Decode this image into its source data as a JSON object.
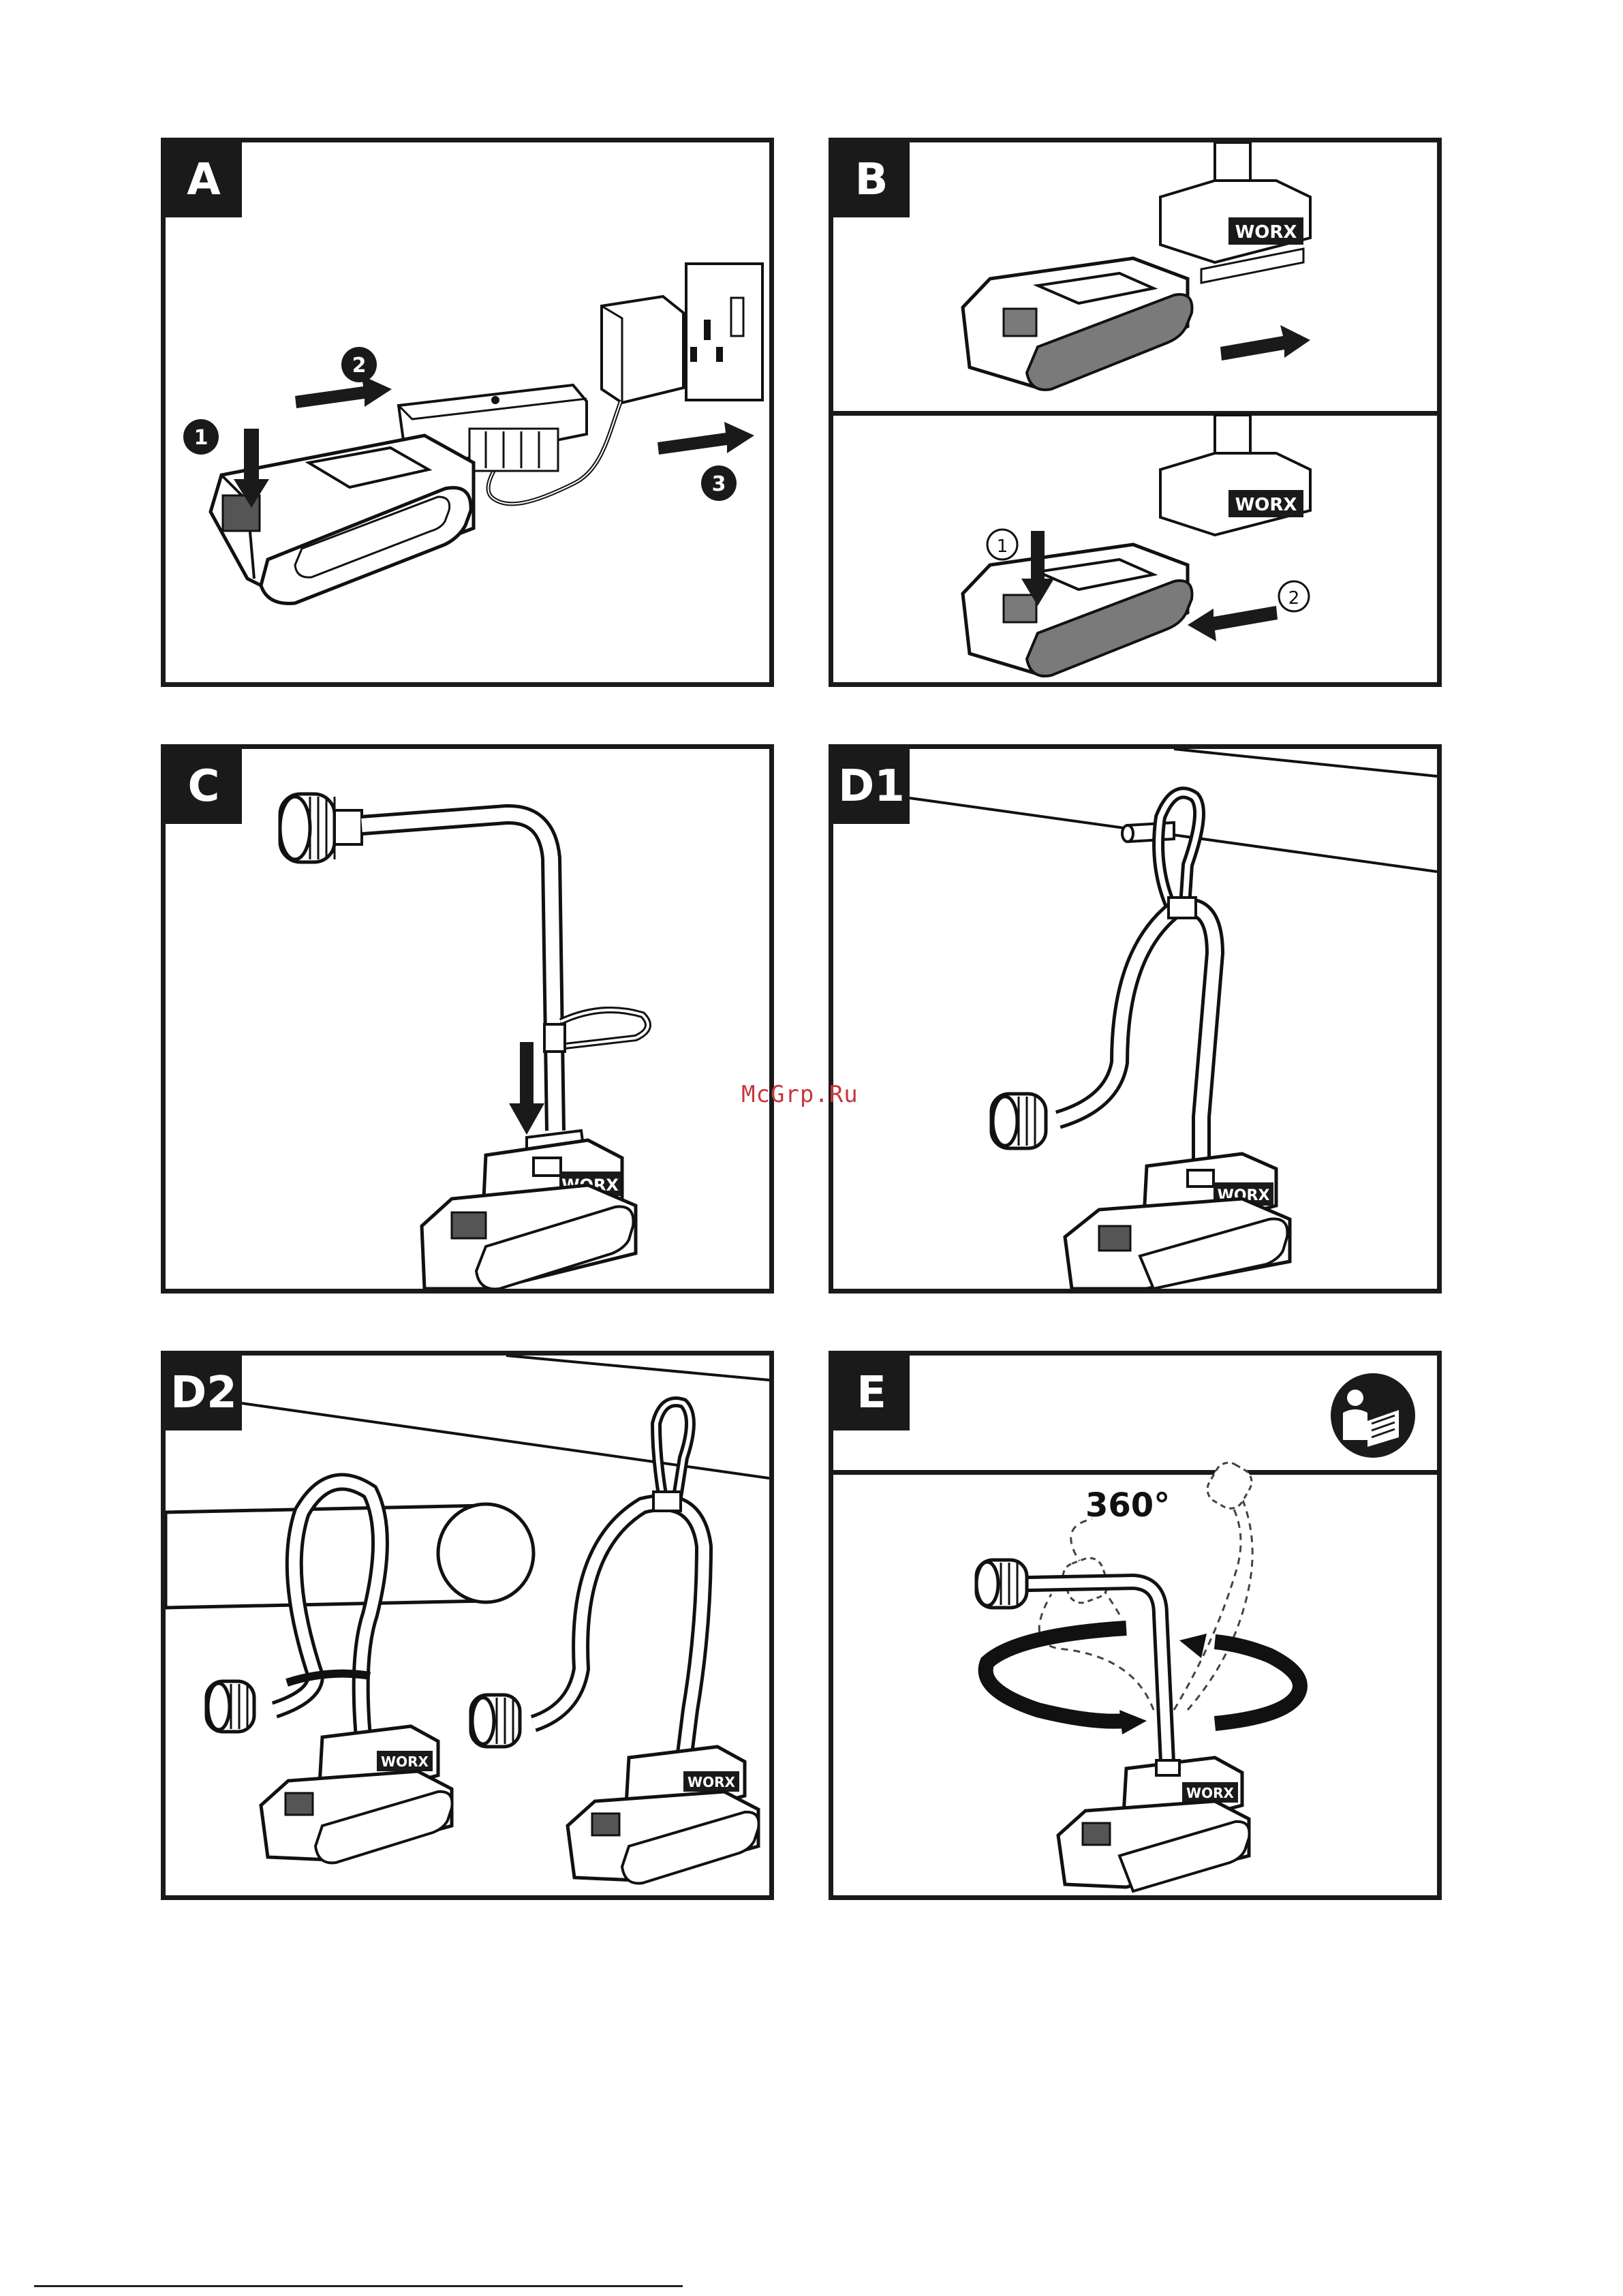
{
  "panels": {
    "A": {
      "label": "A",
      "steps": [
        "1",
        "2",
        "3"
      ]
    },
    "B": {
      "label": "B",
      "brand": "WORX",
      "steps": [
        "1",
        "2"
      ]
    },
    "C": {
      "label": "C",
      "brand": "WORX"
    },
    "D1": {
      "label": "D1",
      "brand": "WORX"
    },
    "D2": {
      "label": "D2",
      "brand": "WORX"
    },
    "E": {
      "label": "E",
      "brand": "WORX",
      "rotation": "360°",
      "icon": "read-manual-icon"
    }
  },
  "watermark": "McGrp.Ru",
  "colors": {
    "ink": "#1a1a1a",
    "battery_grey": "#7a7a7a",
    "watermark": "#c8373a"
  }
}
